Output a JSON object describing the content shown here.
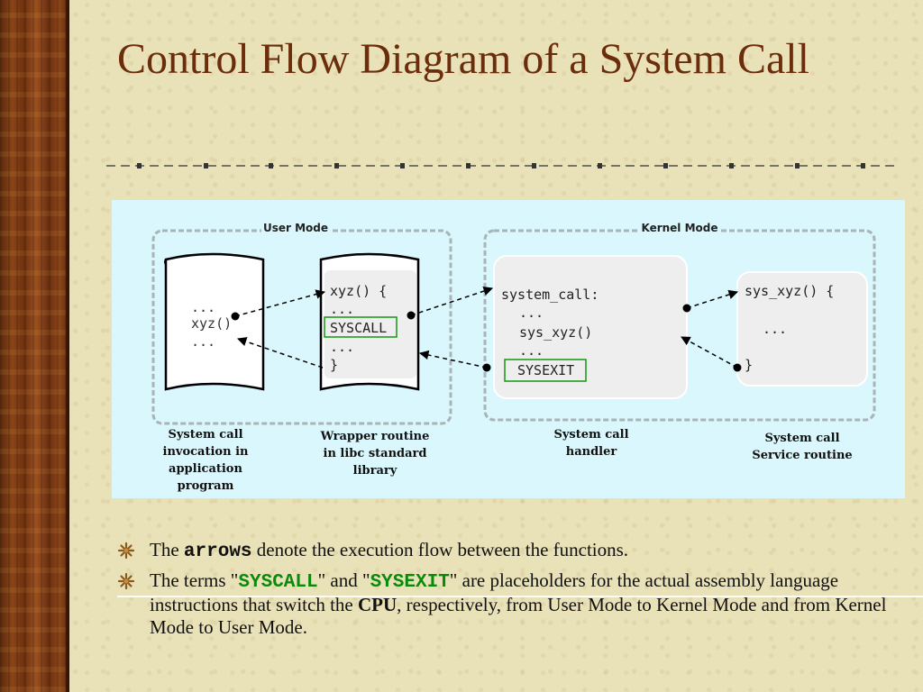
{
  "slide": {
    "title": "Control Flow Diagram of a System Call"
  },
  "diagram": {
    "user_mode_label": "User Mode",
    "kernel_mode_label": "Kernel Mode",
    "app_box": {
      "line1": "...",
      "line2": "xyz()",
      "line3": "..."
    },
    "wrapper_box": {
      "line1": "xyz() {",
      "line2": "...",
      "line3": "SYSCALL",
      "line4": "...",
      "line5": "}"
    },
    "handler_box": {
      "line1": "system_call:",
      "line2": "...",
      "line3": "sys_xyz()",
      "line4": "...",
      "line5": "SYSEXIT"
    },
    "service_box": {
      "line1": "sys_xyz() {",
      "line2": "...",
      "line3": "}"
    },
    "captions": {
      "app": [
        "System call",
        "invocation in",
        "application",
        "program"
      ],
      "wrapper": [
        "Wrapper routine",
        "in libc standard",
        "library"
      ],
      "handler": [
        "System call",
        "handler"
      ],
      "service": [
        "System call",
        "Service routine"
      ]
    }
  },
  "bullets": {
    "b1_pre": "The ",
    "b1_code": "arrows",
    "b1_post": " denote the execution flow between the functions.",
    "b2_pre": "The terms \"",
    "b2_code1": "SYSCALL",
    "b2_mid": "\" and \"",
    "b2_code2": "SYSEXIT",
    "b2_post1": "\" are placeholders for the actual assembly language instructions that switch the ",
    "b2_cpu": "CPU",
    "b2_post2": ", respectively, from User Mode to Kernel Mode and from Kernel Mode to User Mode."
  },
  "colors": {
    "title": "#6b2d0c",
    "panel": "#d9f7fc",
    "highlight_box": "#119911",
    "code_green": "#0a8a0a"
  }
}
